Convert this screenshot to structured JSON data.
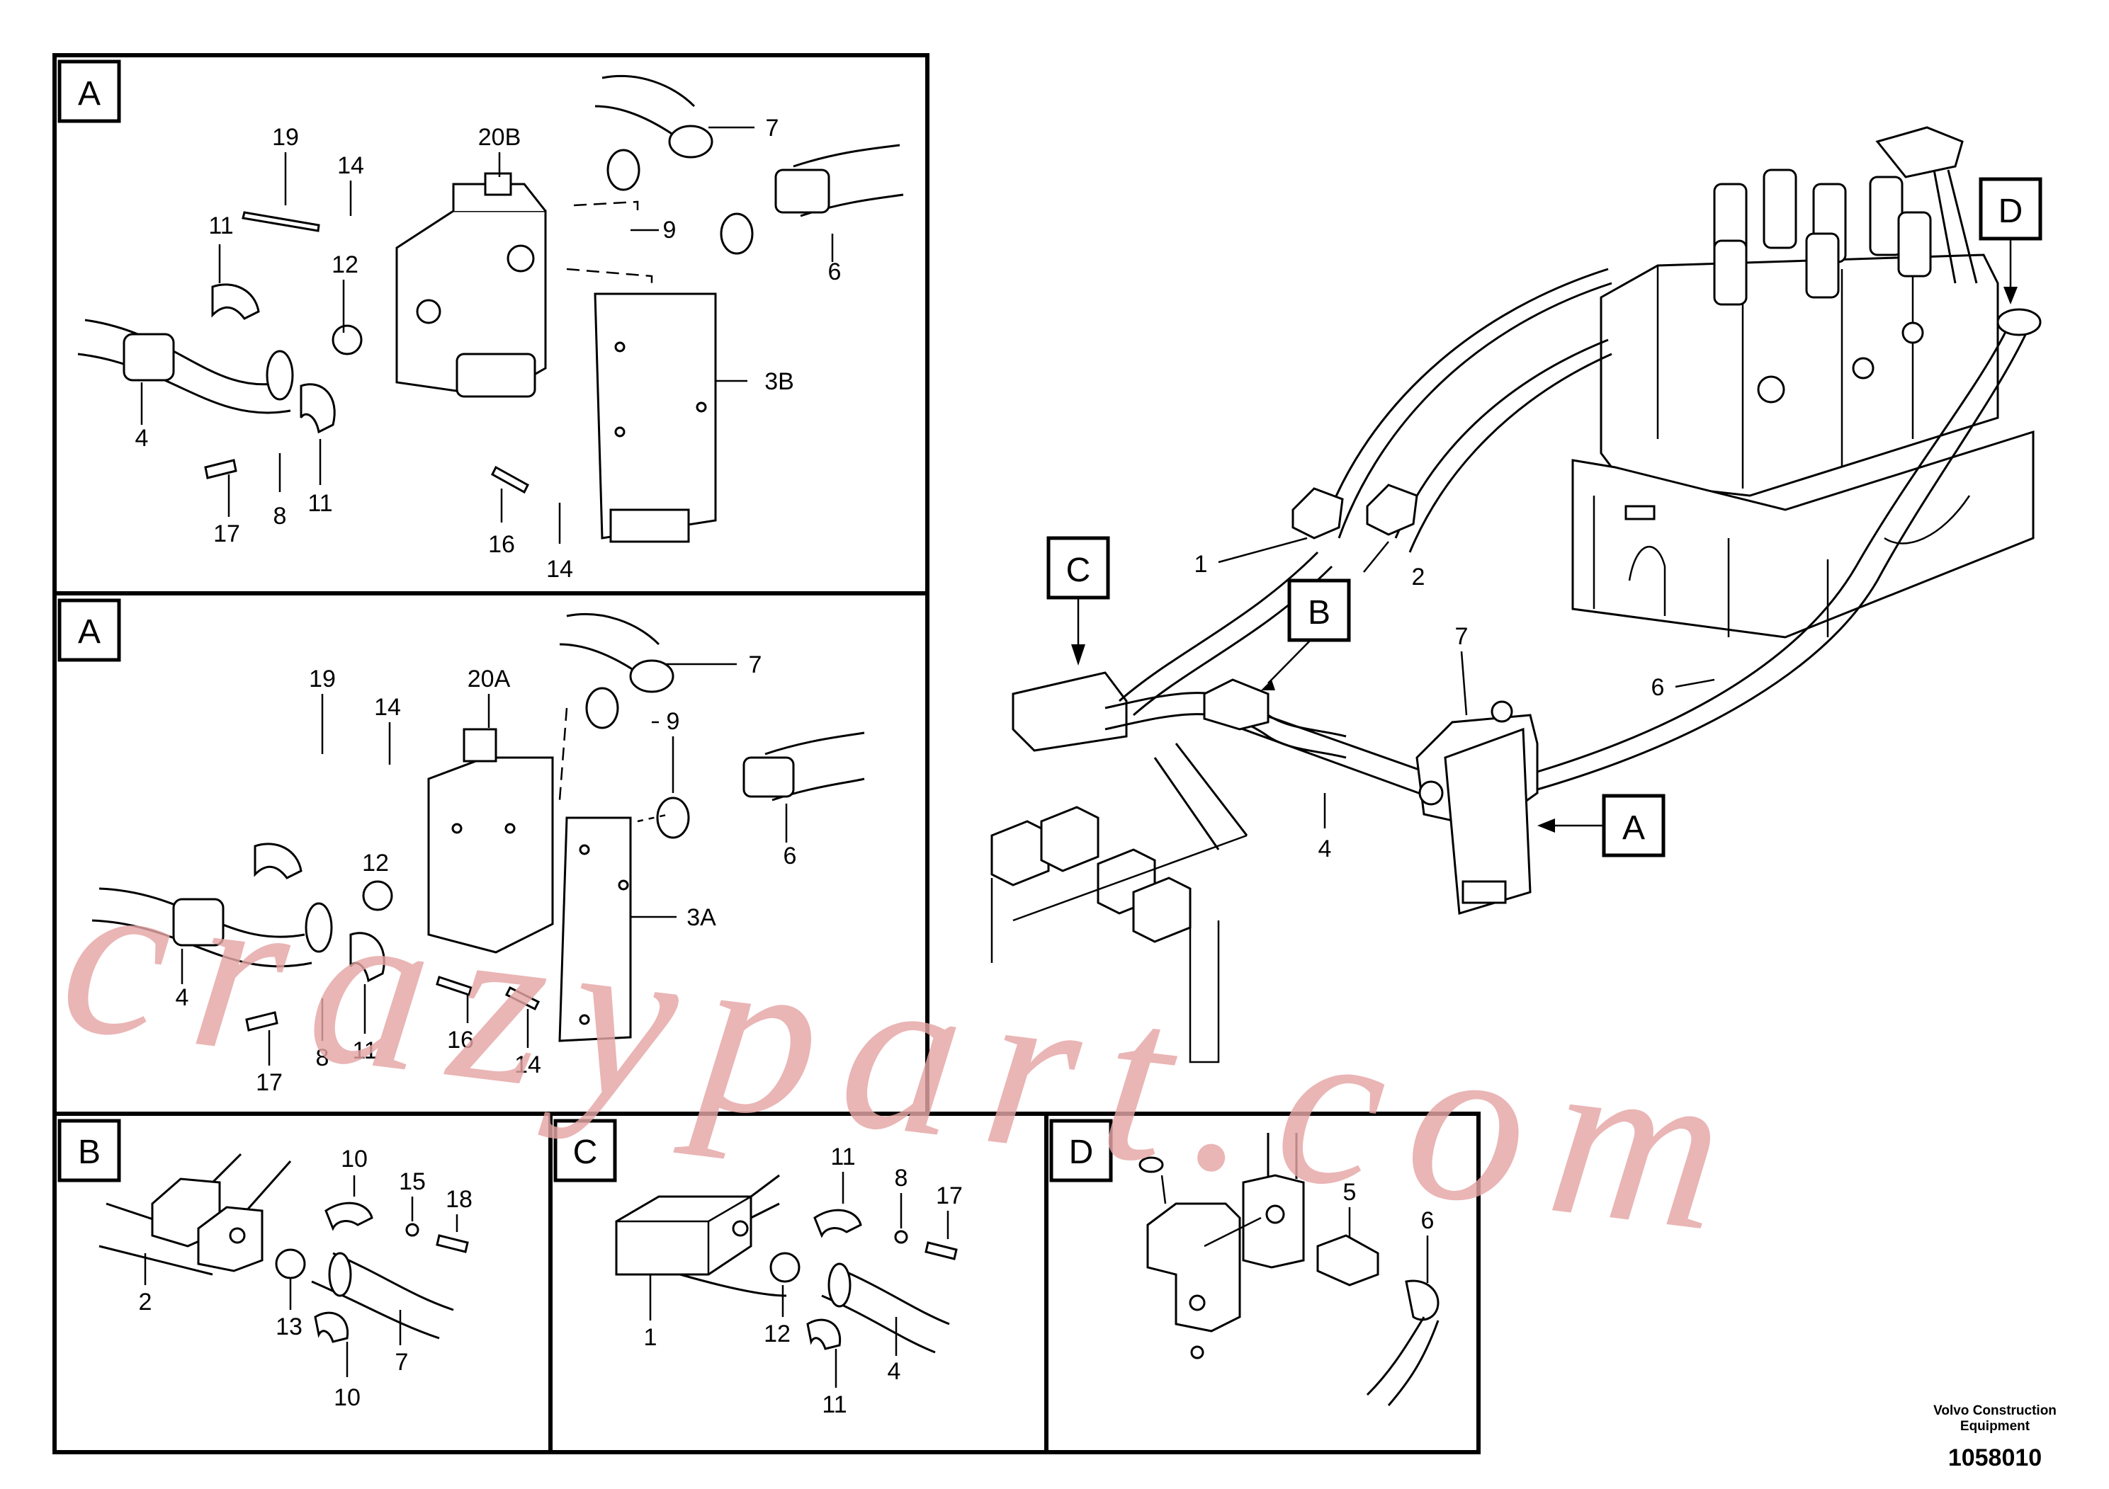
{
  "panels": {
    "a1": {
      "tag": "A",
      "labels": {
        "c19": "19",
        "c14a": "14",
        "c20b": "20B",
        "c7": "7",
        "c11a": "11",
        "c12": "12",
        "c9": "9",
        "c6": "6",
        "c3b": "3B",
        "c4": "4",
        "c17": "17",
        "c8": "8",
        "c11b": "11",
        "c16": "16",
        "c14b": "14"
      }
    },
    "a2": {
      "tag": "A",
      "labels": {
        "c19": "19",
        "c14a": "14",
        "c20a": "20A",
        "c7": "7",
        "c9": "9",
        "c6": "6",
        "c3a": "3A",
        "c4": "4",
        "c12": "12",
        "c17": "17",
        "c8": "8",
        "c11": "11",
        "c16": "16",
        "c14b": "14"
      }
    },
    "b": {
      "tag": "B",
      "labels": {
        "c10a": "10",
        "c15": "15",
        "c18": "18",
        "c2": "2",
        "c13": "13",
        "c10b": "10",
        "c7": "7"
      }
    },
    "c": {
      "tag": "C",
      "labels": {
        "c11a": "11",
        "c8": "8",
        "c17": "17",
        "c1": "1",
        "c12": "12",
        "c4": "4",
        "c11b": "11"
      }
    },
    "d": {
      "tag": "D",
      "labels": {
        "c5": "5",
        "c6": "6"
      }
    }
  },
  "main": {
    "tags": {
      "c": "C",
      "b": "B",
      "a": "A",
      "d": "D"
    },
    "labels": {
      "c1": "1",
      "c2": "2",
      "c7": "7",
      "c6": "6",
      "c4": "4"
    }
  },
  "watermark": "crazypart.com",
  "footer": {
    "maker_line1": "Volvo Construction",
    "maker_line2": "Equipment",
    "drawing_number": "1058010"
  }
}
